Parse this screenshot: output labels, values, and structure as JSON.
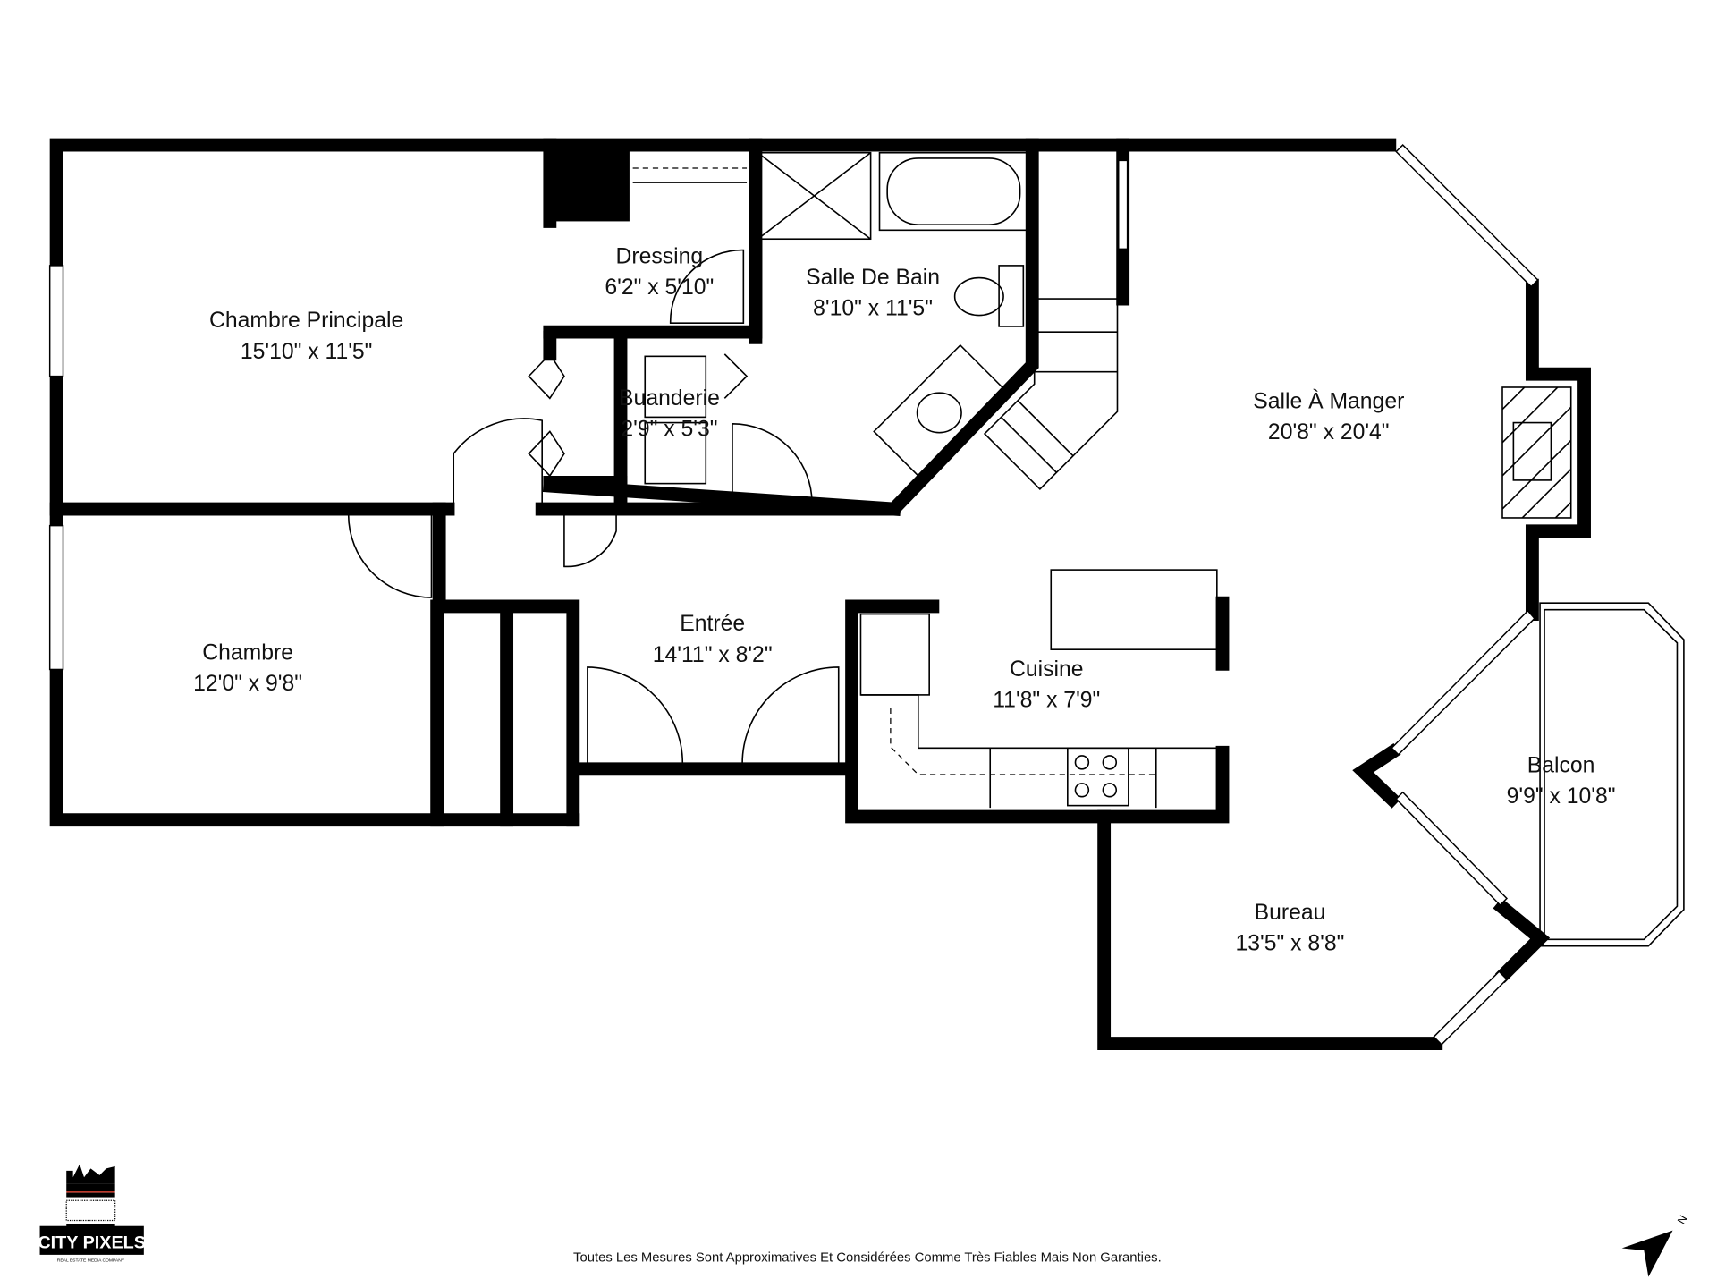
{
  "rooms": [
    {
      "name": "Chambre Principale",
      "size": "15'10\" x 11'5\""
    },
    {
      "name": "Dressing",
      "size": "6'2\" x 5'10\""
    },
    {
      "name": "Salle De Bain",
      "size": "8'10\" x 11'5\""
    },
    {
      "name": "Buanderie",
      "size": "2'9\" x 5'3\""
    },
    {
      "name": "Salle À Manger",
      "size": "20'8\" x 20'4\""
    },
    {
      "name": "Chambre",
      "size": "12'0\" x 9'8\""
    },
    {
      "name": "Entrée",
      "size": "14'11\" x 8'2\""
    },
    {
      "name": "Cuisine",
      "size": "11'8\" x 7'9\""
    },
    {
      "name": "Balcon",
      "size": "9'9\" x 10'8\""
    },
    {
      "name": "Bureau",
      "size": "13'5\" x 8'8\""
    }
  ],
  "footer": {
    "disclaimer": "Toutes Les Mesures Sont Approximatives Et Considérées Comme Très Fiables Mais Non Garanties."
  },
  "logo": {
    "name": "CITY PIXELS",
    "tagline": "REAL ESTATE MEDIA COMPANY"
  },
  "compass": {
    "label": "N",
    "icon": "north-arrow-icon"
  },
  "colors": {
    "walls": "#000000",
    "background": "#ffffff",
    "logo_accent": "#c0392b"
  }
}
